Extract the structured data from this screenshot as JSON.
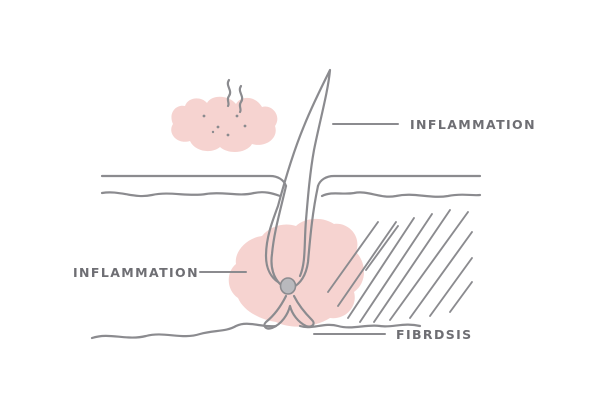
{
  "labels": {
    "inflammation_top": "INFLAMMATION",
    "inflammation_left": "INFLAMMATION",
    "fibrosis": "FIBRDSIS"
  },
  "colors": {
    "line": "#8b8b8f",
    "inflammation_fill": "#f6d3d0",
    "label_text": "#6e6e73",
    "bulb": "#b9b9bd"
  },
  "icons": [
    "heat-wave-icon"
  ]
}
